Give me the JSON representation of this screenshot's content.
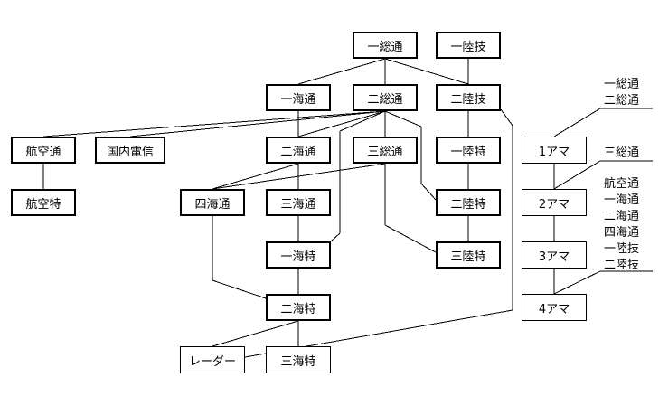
{
  "colors": {
    "line": "#000000",
    "box_border": "#000000",
    "background": "#ffffff",
    "text": "#000000"
  },
  "nodes": {
    "n1": "一総通",
    "n2": "一陸技",
    "n3": "一海通",
    "n4": "二総通",
    "n5": "二陸技",
    "n6": "航空通",
    "n7": "国内電信",
    "n8": "二海通",
    "n9": "三総通",
    "n10": "一陸特",
    "n11": "航空特",
    "n12": "四海通",
    "n13": "三海通",
    "n14": "二陸特",
    "n15": "一海特",
    "n16": "三陸特",
    "n17": "二海特",
    "n18": "レーダー",
    "n19": "三海特",
    "a1": "1アマ",
    "a2": "2アマ",
    "a3": "3アマ",
    "a4": "4アマ"
  },
  "annotations": {
    "a1_prereqs": [
      "一総通",
      "二総通"
    ],
    "a2_prereqs": [
      "三総通"
    ],
    "a4_prereqs": [
      "航空通",
      "一海通",
      "二海通",
      "四海通",
      "一陸技",
      "二陸技"
    ]
  }
}
